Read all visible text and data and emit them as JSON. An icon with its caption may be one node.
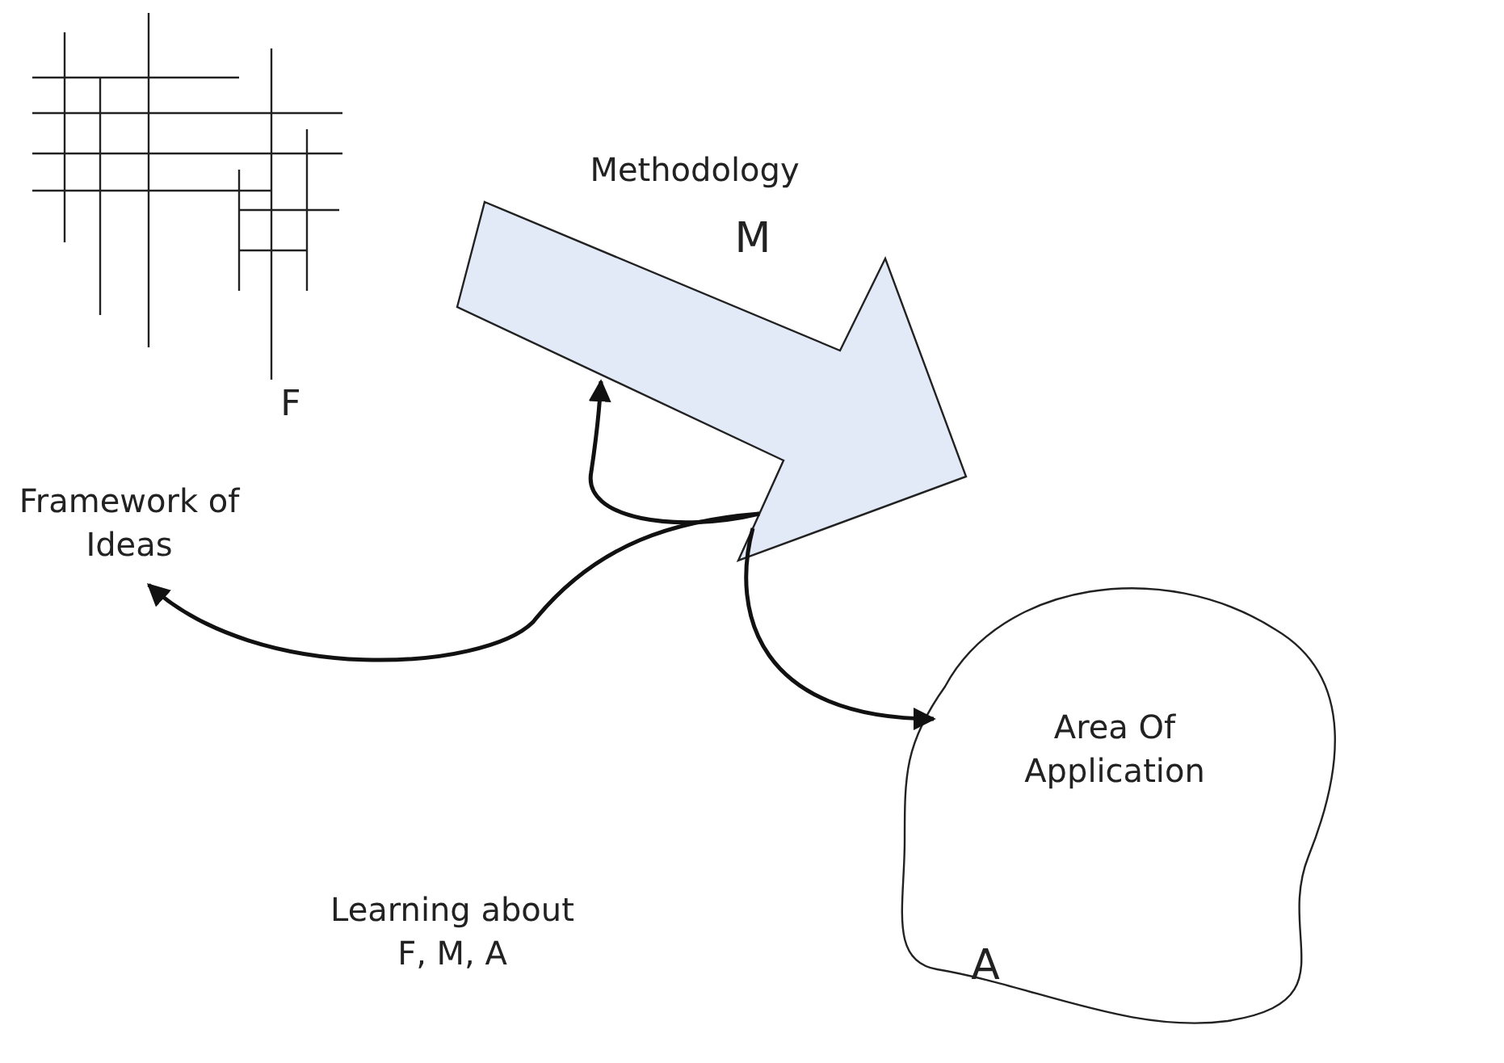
{
  "diagram": {
    "nodes": [
      {
        "text": [
          "F",
          "Framework of Ideas"
        ]
      },
      {
        "text": [
          "Methodology",
          "M"
        ]
      },
      {
        "text": [
          "Area Of Application",
          "A"
        ]
      }
    ],
    "edges": [
      {
        "from": 1,
        "to": 0,
        "arrow": "to"
      },
      {
        "from": 1,
        "to": 1,
        "arrow": "to"
      },
      {
        "from": 1,
        "to": 2,
        "arrow": "to"
      }
    ],
    "labels": [
      "Learning about F, M, A"
    ]
  }
}
